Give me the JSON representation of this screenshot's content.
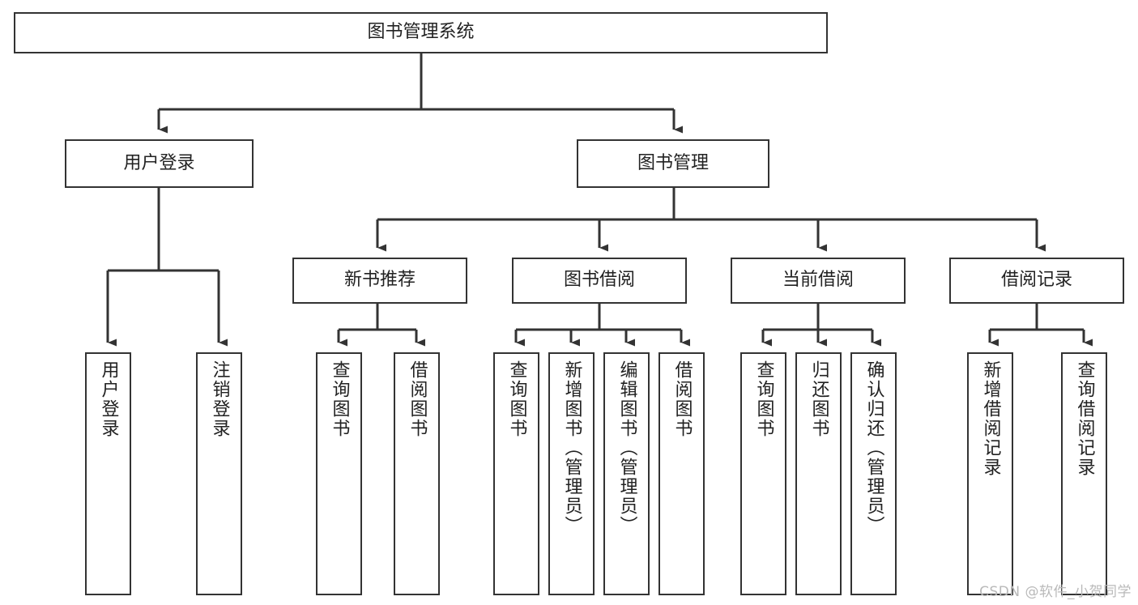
{
  "diagram": {
    "title": "图书管理系统",
    "type": "tree-hierarchy",
    "watermark": "CSDN @软件_小贺同学"
  },
  "nodes": {
    "root": {
      "label": "图书管理系统"
    },
    "level2": [
      {
        "id": "user-login",
        "label": "用户登录"
      },
      {
        "id": "book-management",
        "label": "图书管理"
      }
    ],
    "level3": [
      {
        "id": "new-book-recommend",
        "label": "新书推荐"
      },
      {
        "id": "book-borrow",
        "label": "图书借阅"
      },
      {
        "id": "current-borrow",
        "label": "当前借阅"
      },
      {
        "id": "borrow-record",
        "label": "借阅记录"
      }
    ],
    "leaves": {
      "user_login": [
        {
          "id": "leaf-user-login",
          "label": "用户登录"
        },
        {
          "id": "leaf-logout-login",
          "label": "注销登录"
        }
      ],
      "new_book_recommend": [
        {
          "id": "leaf-query-book-1",
          "label": "查询图书"
        },
        {
          "id": "leaf-borrow-book-1",
          "label": "借阅图书"
        }
      ],
      "book_borrow": [
        {
          "id": "leaf-query-book-2",
          "label": "查询图书"
        },
        {
          "id": "leaf-add-book",
          "label": "新增图书（管理员）"
        },
        {
          "id": "leaf-edit-book",
          "label": "编辑图书（管理员）"
        },
        {
          "id": "leaf-borrow-book-2",
          "label": "借阅图书"
        }
      ],
      "current_borrow": [
        {
          "id": "leaf-query-book-3",
          "label": "查询图书"
        },
        {
          "id": "leaf-return-book",
          "label": "归还图书"
        },
        {
          "id": "leaf-confirm-return",
          "label": "确认归还（管理员）"
        }
      ],
      "borrow_record": [
        {
          "id": "leaf-add-record",
          "label": "新增借阅记录"
        },
        {
          "id": "leaf-query-record",
          "label": "查询借阅记录"
        }
      ]
    }
  },
  "colors": {
    "box_border": "#333333",
    "box_fill": "#ffffff",
    "connector": "#333333",
    "text": "#222222",
    "watermark": "#b9b9b9",
    "background": "#ffffff"
  }
}
